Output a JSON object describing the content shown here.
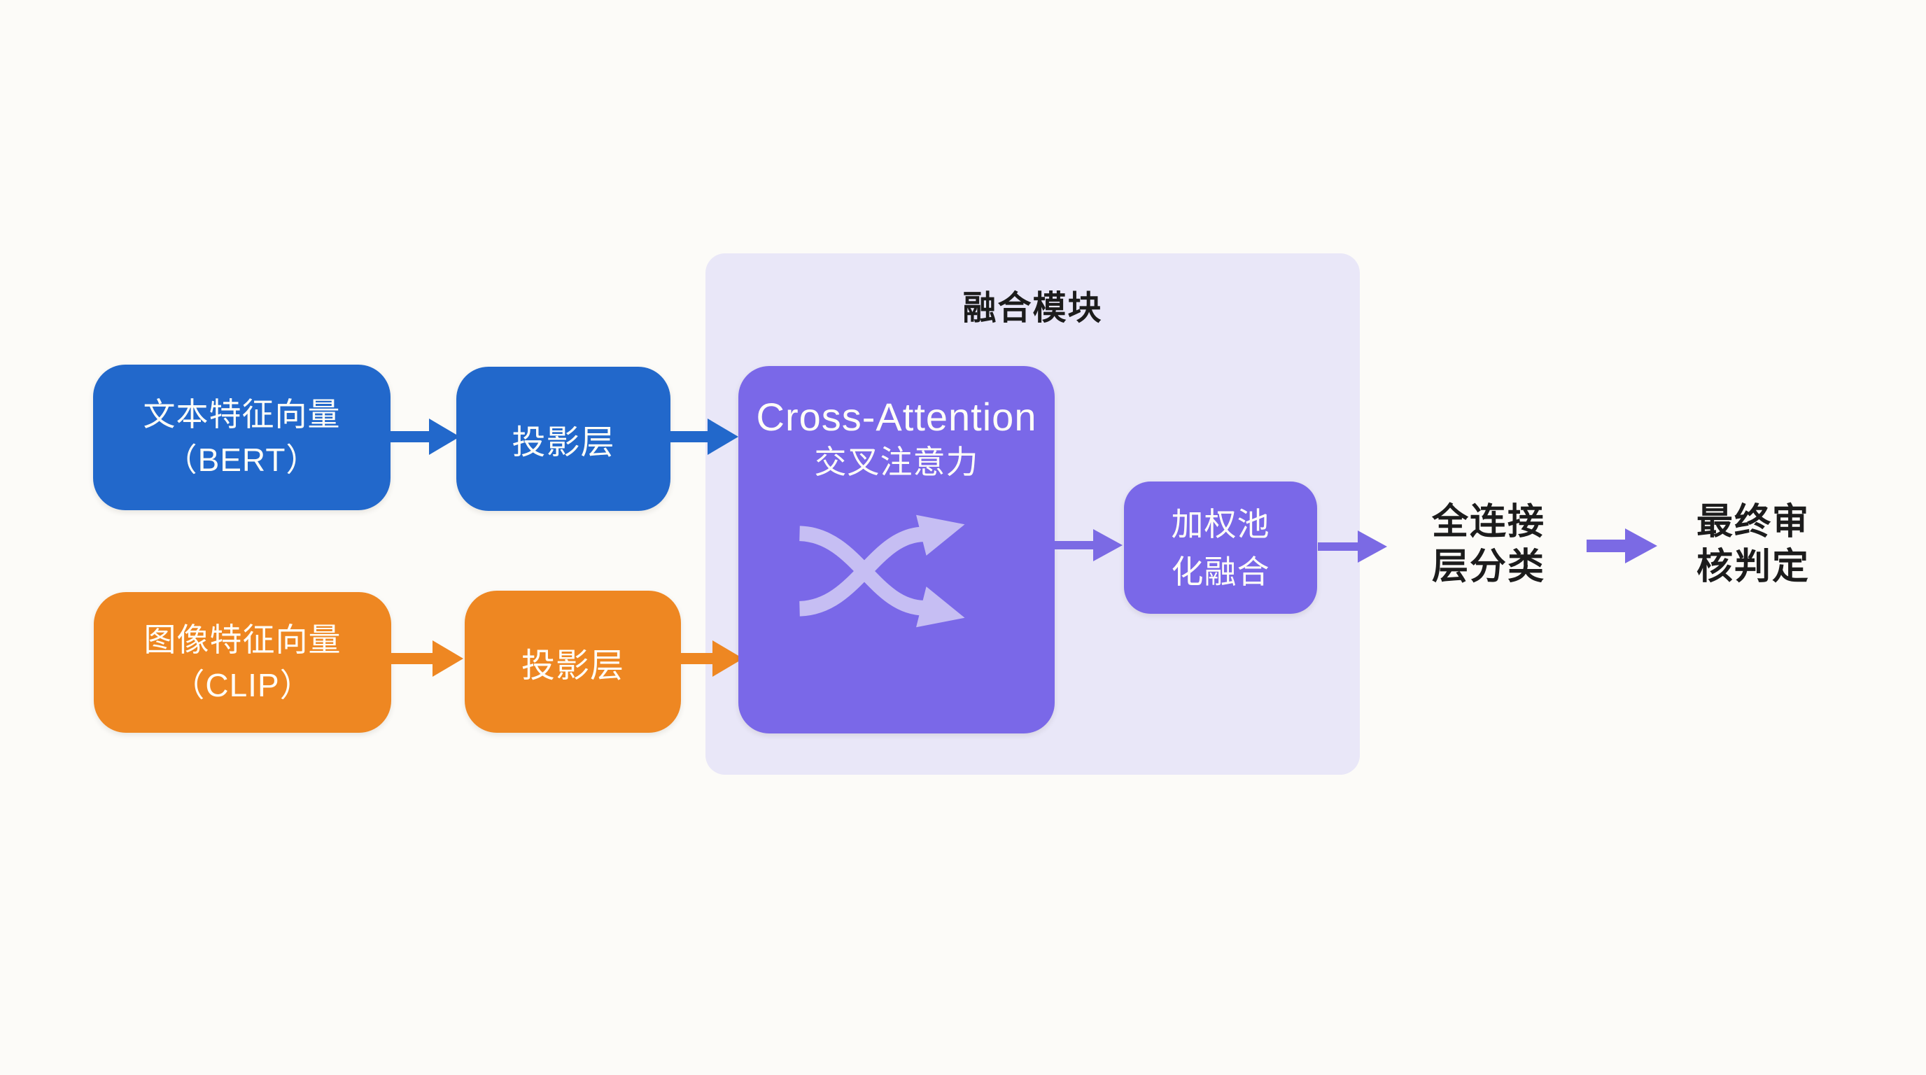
{
  "diagram": {
    "background": "#fcfbf8",
    "colors": {
      "text_branch_blue": "#2268cb",
      "image_branch_orange": "#ee8722",
      "fusion_purple": "#7a68e8",
      "fusion_container_lavender": "#e9e7f8",
      "arrow_purple": "#7b6ae4",
      "dark_text": "#1c1c1c",
      "light_text": "#fffef8",
      "shuffle_icon": "#c6bef3"
    },
    "fusion_module": {
      "title": "融合模块"
    },
    "nodes": {
      "text_feature": {
        "line1": "文本特征向量",
        "line2": "（BERT）"
      },
      "text_projection": {
        "label": "投影层"
      },
      "image_feature": {
        "line1": "图像特征向量",
        "line2": "（CLIP）"
      },
      "image_projection": {
        "label": "投影层"
      },
      "cross_attention": {
        "line1": "Cross-Attention",
        "line2": "交叉注意力",
        "icon": "shuffle-arrows"
      },
      "weighted_pooling": {
        "line1": "加权池",
        "line2": "化融合"
      },
      "fc_classifier": {
        "line1": "全连接",
        "line2": "层分类"
      },
      "final_decision": {
        "line1": "最终审",
        "line2": "核判定"
      }
    }
  }
}
